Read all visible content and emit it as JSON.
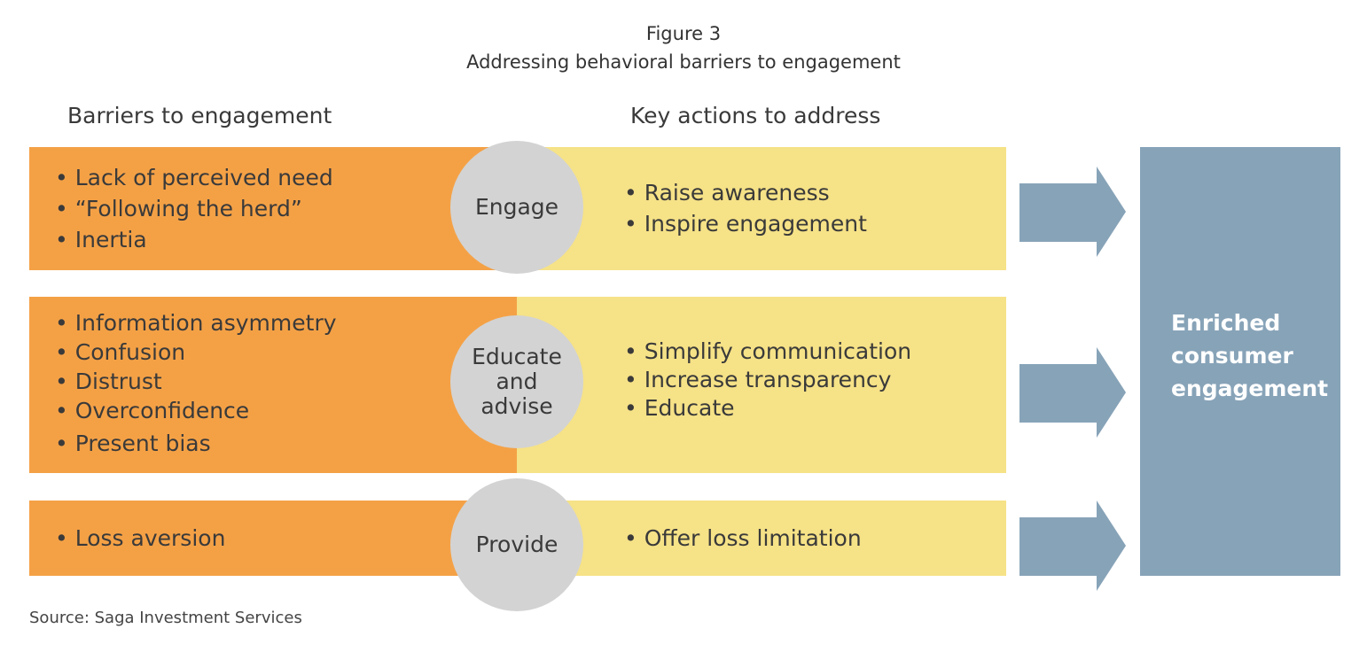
{
  "figure": {
    "label": "Figure 3",
    "title": "Addressing behavioral barriers to engagement"
  },
  "columns": {
    "barriers": "Barriers to engagement",
    "actions": "Key actions to address"
  },
  "rows": [
    {
      "barriers": [
        "Lack of perceived need",
        "“Following the herd”",
        "Inertia"
      ],
      "stage": "Engage",
      "actions": [
        "Raise awareness",
        "Inspire engagement"
      ]
    },
    {
      "barriers": [
        "Information asymmetry",
        "Confusion",
        "Distrust",
        "Overconfidence",
        "Present bias"
      ],
      "stage": "Educate and advise",
      "actions": [
        "Simplify communication",
        "Increase transparency",
        "Educate"
      ]
    },
    {
      "barriers": [
        "Loss aversion"
      ],
      "stage": "Provide",
      "actions": [
        "Offer loss limitation"
      ]
    }
  ],
  "outcome": "Enriched consumer engagement",
  "source": "Source: Saga Investment Services",
  "colors": {
    "barrier_fill": "#f4a146",
    "action_fill": "#f6e287",
    "stage_circle": "#d3d3d3",
    "outcome_fill": "#87a3b8"
  }
}
